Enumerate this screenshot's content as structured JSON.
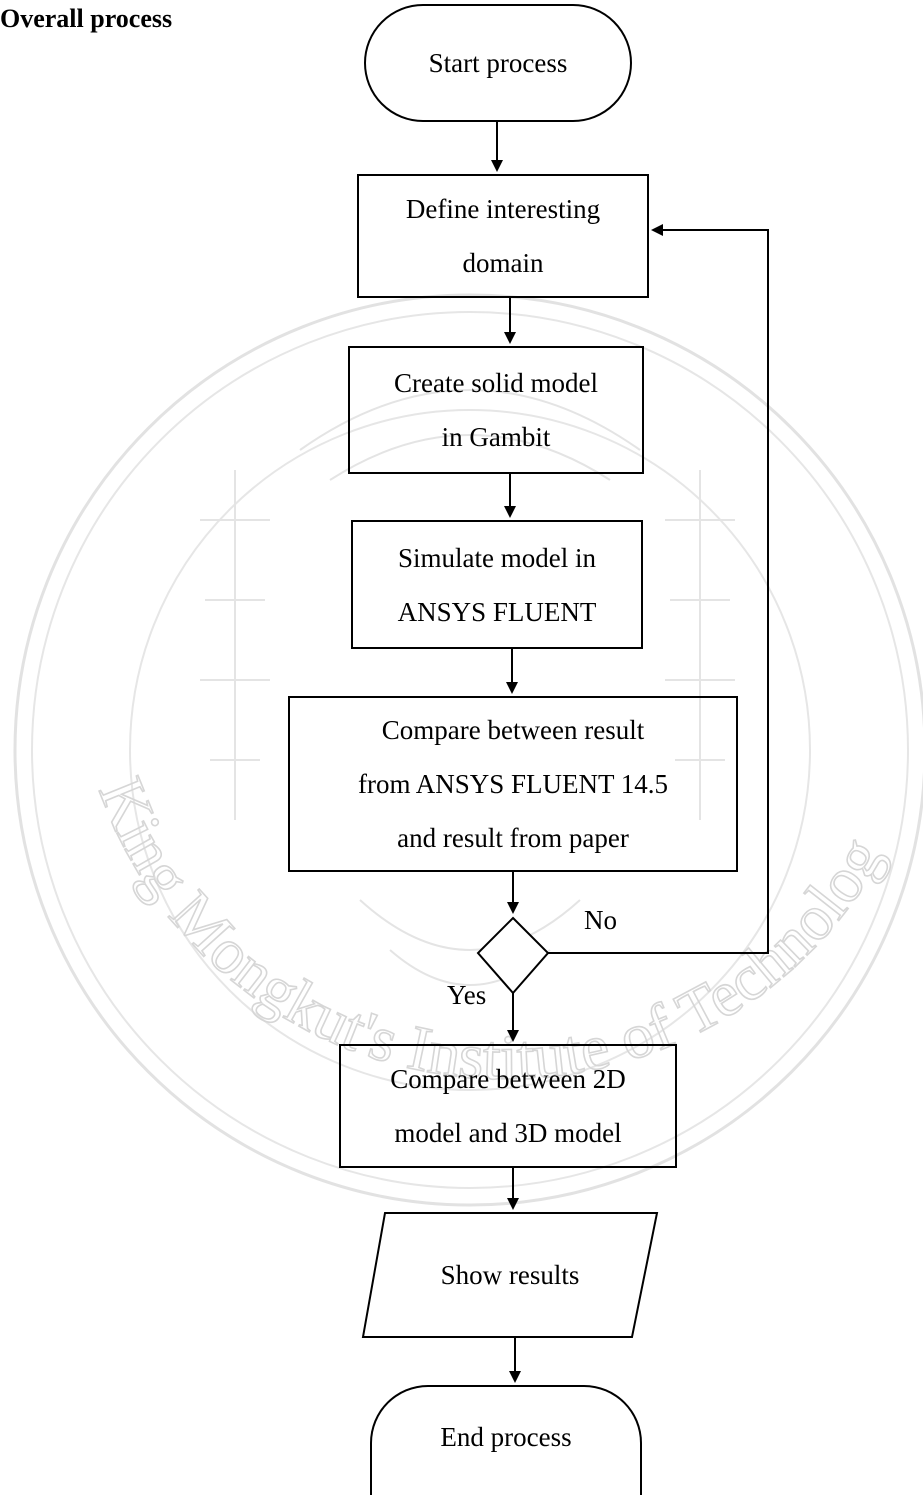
{
  "heading": "Overall process",
  "watermark": {
    "text": "King Mongkut's Institute of Technology Ladkrabang",
    "color": "#d6d6d6"
  },
  "nodes": {
    "start": {
      "label": "Start process",
      "shape": "terminal"
    },
    "define": {
      "lines": [
        "Define interesting",
        "domain"
      ],
      "shape": "process"
    },
    "create": {
      "lines": [
        "Create solid model",
        "in Gambit"
      ],
      "shape": "process"
    },
    "simulate": {
      "lines": [
        "Simulate model in",
        "ANSYS FLUENT"
      ],
      "shape": "process"
    },
    "compare1": {
      "lines": [
        "Compare between result",
        "from ANSYS FLUENT 14.5",
        "and result from paper"
      ],
      "shape": "process"
    },
    "decision": {
      "shape": "decision"
    },
    "compare2": {
      "lines": [
        "Compare between 2D",
        "model and 3D model"
      ],
      "shape": "process"
    },
    "show": {
      "label": "Show results",
      "shape": "data"
    },
    "end": {
      "label": "End process",
      "shape": "terminal"
    }
  },
  "edge_labels": {
    "no": "No",
    "yes": "Yes"
  }
}
